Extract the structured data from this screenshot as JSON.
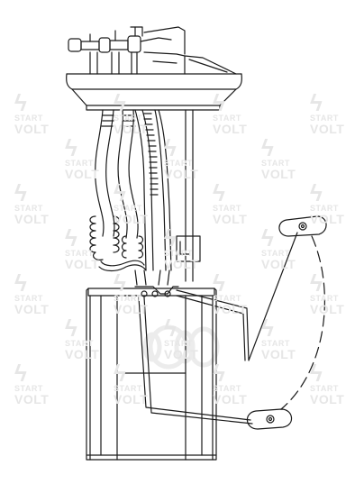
{
  "watermark": {
    "brand_line1": "START",
    "brand_line2": "VOLT",
    "color": "#e6e6e6",
    "icon": "lightning-bolt-icon"
  },
  "ghost_logo": {
    "text": "OOOCE",
    "color": "#e8e8e8"
  },
  "drawing": {
    "line_color": "#1a1a1a",
    "background": "#ffffff"
  }
}
